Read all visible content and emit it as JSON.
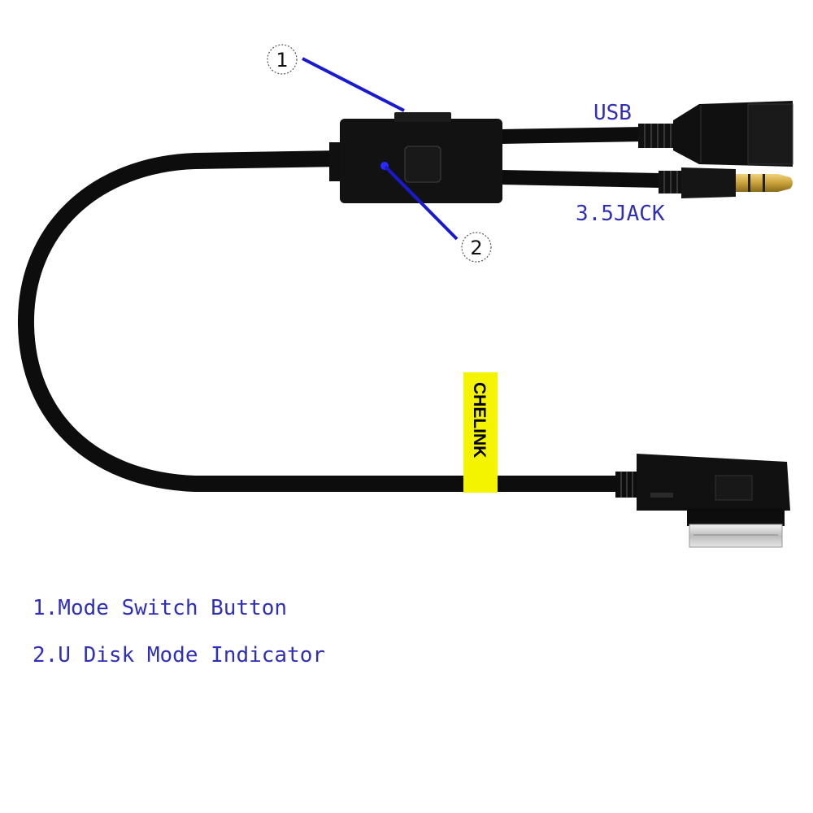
{
  "callouts": [
    {
      "number": "1",
      "target": "mode switch button"
    },
    {
      "number": "2",
      "target": "u disk mode indicator"
    }
  ],
  "ports": {
    "usb_label": "USB",
    "jack_label": "3.5JACK"
  },
  "brand": {
    "label_text": "CHELINK"
  },
  "legend": {
    "item1": "1.Mode Switch Button",
    "item2": "2.U Disk Mode Indicator"
  },
  "colors": {
    "cable": "#0d0d0d",
    "annotation_blue": "#2f2fb8",
    "brand_label_yellow": "#f4f400",
    "indicator_led": "#2a2aff",
    "jack_gold": "#c9a23a"
  }
}
